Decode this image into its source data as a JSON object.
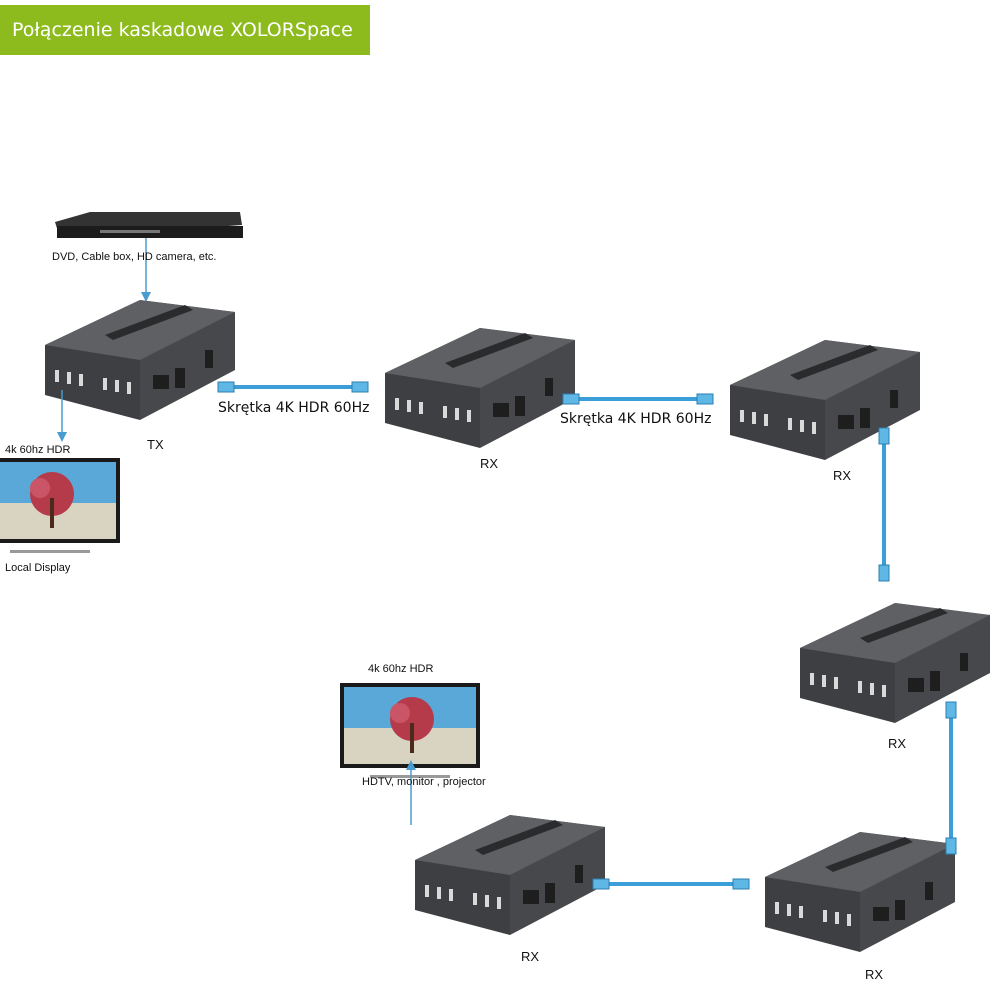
{
  "title": "Połączenie kaskadowe XOLORSpace",
  "source": {
    "caption": "DVD, Cable box, HD camera, etc."
  },
  "local_display": {
    "top_label": "4k 60hz HDR",
    "caption": "Local Display"
  },
  "remote_display": {
    "top_label": "4k 60hz HDR",
    "caption": "HDTV, monitor , projector"
  },
  "cables": [
    {
      "label": "Skrętka 4K HDR 60Hz"
    },
    {
      "label": "Skrętka 4K HDR 60Hz"
    }
  ],
  "units": [
    {
      "role": "TX"
    },
    {
      "role": "RX"
    },
    {
      "role": "RX"
    },
    {
      "role": "RX"
    },
    {
      "role": "RX"
    },
    {
      "role": "RX"
    }
  ],
  "colors": {
    "title_bg": "#8dbb1e",
    "cable": "#3a9fd8",
    "arrow": "#4a9cd0",
    "device_body": "#4e4f52"
  }
}
